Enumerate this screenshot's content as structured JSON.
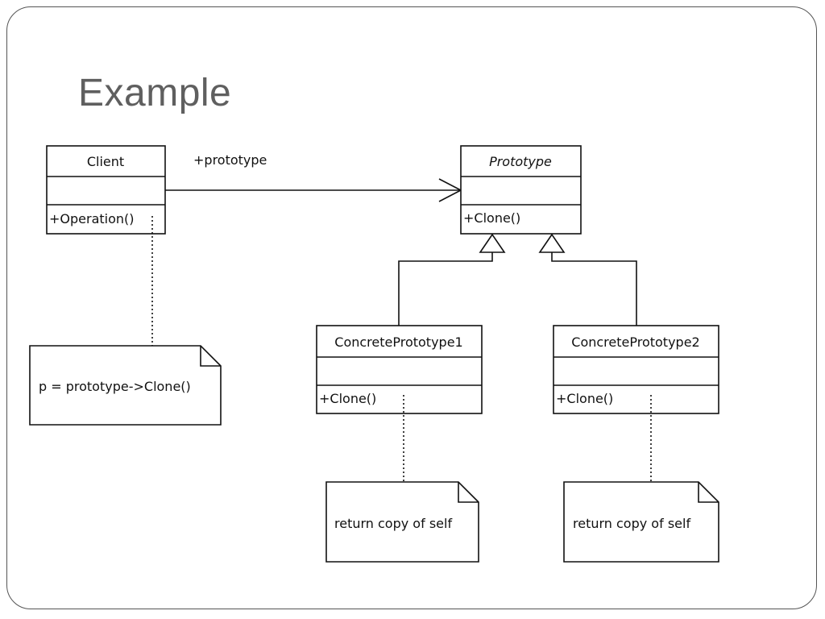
{
  "slide": {
    "title": "Example"
  },
  "diagram": {
    "classes": {
      "client": {
        "name": "Client",
        "operation": "+Operation()"
      },
      "prototype": {
        "name": "Prototype",
        "operation": "+Clone()"
      },
      "concrete1": {
        "name": "ConcretePrototype1",
        "operation": "+Clone()"
      },
      "concrete2": {
        "name": "ConcretePrototype2",
        "operation": "+Clone()"
      }
    },
    "association": {
      "role": "+prototype"
    },
    "notes": {
      "client_note": "p = prototype->Clone()",
      "concrete1_note": "return copy of self",
      "concrete2_note": "return copy of self"
    }
  }
}
